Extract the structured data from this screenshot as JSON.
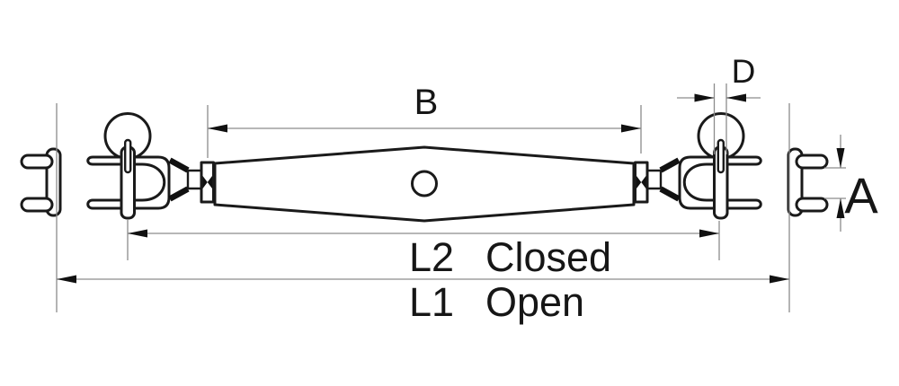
{
  "drawing": {
    "kind": "turnbuckle-jaw-jaw-dimension-diagram",
    "colors": {
      "background": "#ffffff",
      "part_outline": "#1a1a1a",
      "dimension_line": "#8c8c8c",
      "arrowhead": "#111111",
      "text": "#161616"
    },
    "dimensions": {
      "b": {
        "label": "B"
      },
      "d": {
        "label": "D"
      },
      "a": {
        "label": "A"
      },
      "l2": {
        "label": "L2",
        "state": "Closed"
      },
      "l1": {
        "label": "L1",
        "state": "Open"
      }
    }
  }
}
